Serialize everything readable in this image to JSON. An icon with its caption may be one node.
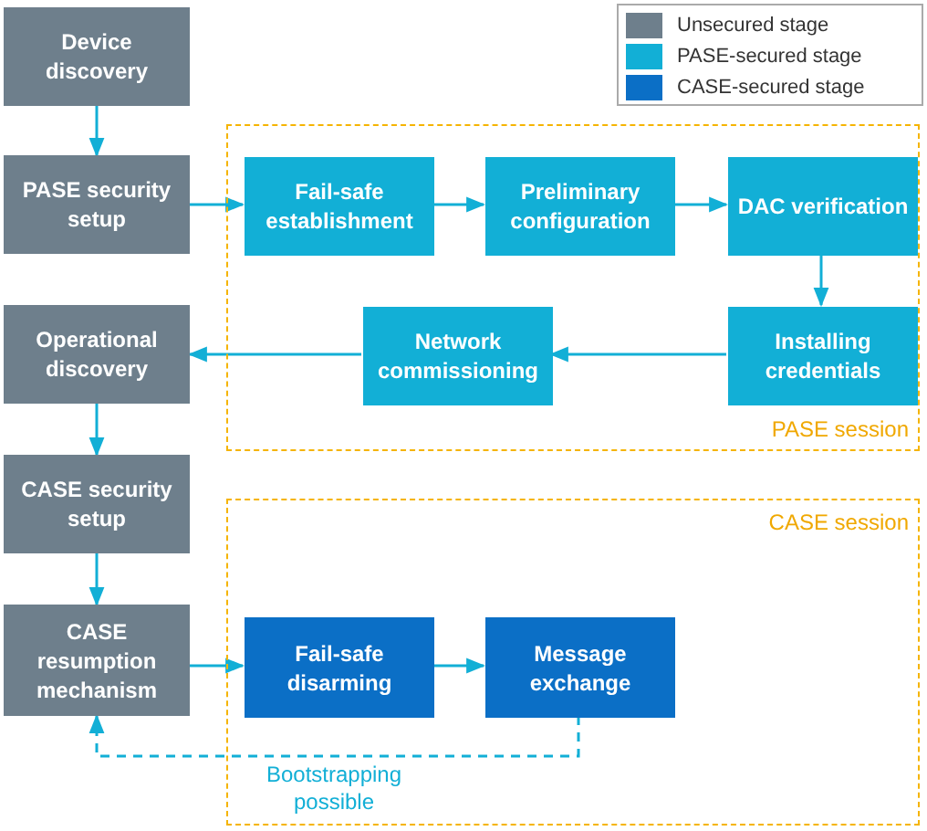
{
  "diagram": {
    "nodes": [
      {
        "text": [
          "Device discovery"
        ]
      },
      {
        "text": [
          "PASE security setup"
        ]
      },
      {
        "text": [
          "PASE session"
        ]
      },
      {
        "text": [
          "Fail-safe establishment"
        ],
        "in": 2
      },
      {
        "text": [
          "Preliminary configuration"
        ],
        "in": 2
      },
      {
        "text": [
          "DAC verification"
        ],
        "in": 2
      },
      {
        "text": [
          "Operational discovery"
        ]
      },
      {
        "text": [
          "Network commissioning"
        ],
        "in": 2
      },
      {
        "text": [
          "Installing credentials"
        ],
        "in": 2
      },
      {
        "text": [
          "CASE security setup"
        ]
      },
      {
        "text": [
          "CASE session"
        ]
      },
      {
        "text": [
          "CASE resumption mechanism"
        ]
      },
      {
        "text": [
          "Fail-safe disarming"
        ],
        "in": 10
      },
      {
        "text": [
          "Message exchange"
        ],
        "in": 10
      }
    ],
    "edges": [
      {
        "from": 0,
        "to": 1,
        "arrow": "to"
      },
      {
        "from": 1,
        "to": 3,
        "arrow": "to"
      },
      {
        "from": 3,
        "to": 4,
        "arrow": "to"
      },
      {
        "from": 4,
        "to": 5,
        "arrow": "to"
      },
      {
        "from": 5,
        "to": 8,
        "arrow": "to"
      },
      {
        "from": 8,
        "to": 7,
        "arrow": "to"
      },
      {
        "from": 7,
        "to": 6,
        "arrow": "to"
      },
      {
        "from": 6,
        "to": 9,
        "arrow": "to"
      },
      {
        "from": 9,
        "to": 11,
        "arrow": "to"
      },
      {
        "from": 11,
        "to": 12,
        "arrow": "to"
      },
      {
        "from": 12,
        "to": 13,
        "arrow": "to"
      },
      {
        "from": 13,
        "to": 11,
        "arrow": "to",
        "label": "Bootstrapping possible",
        "style": "dashed"
      }
    ],
    "legend": [
      {
        "text": "Unsecured stage",
        "color": "#6e7f8c"
      },
      {
        "text": "PASE-secured stage",
        "color": "#12afd6"
      },
      {
        "text": "CASE-secured stage",
        "color": "#0b6fc6"
      }
    ]
  }
}
